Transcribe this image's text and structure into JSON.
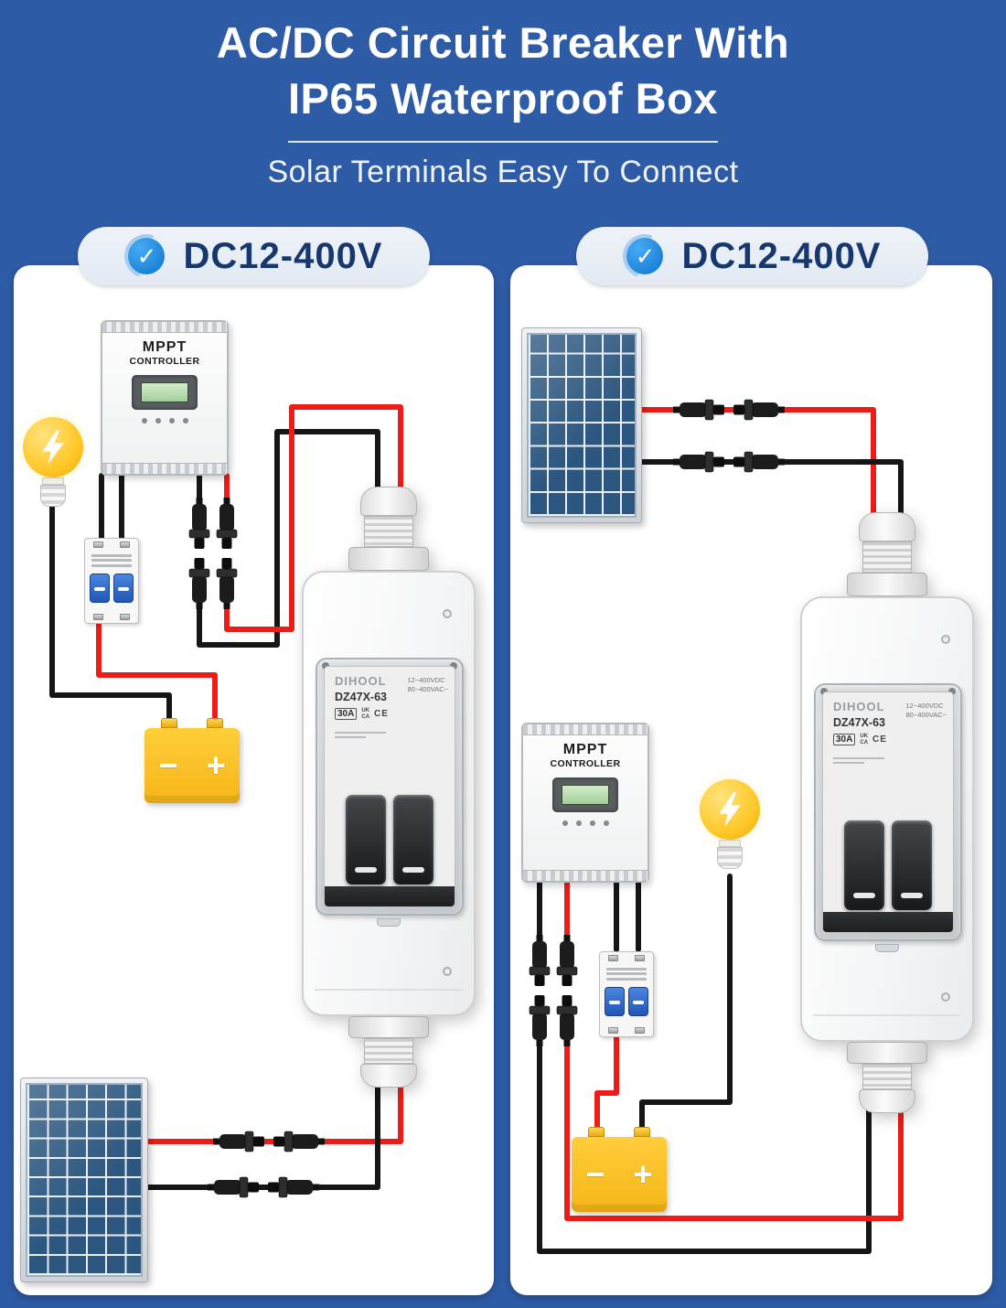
{
  "header": {
    "title_line1": "AC/DC Circuit Breaker With",
    "title_line2": "IP65 Waterproof Box",
    "subtitle": "Solar Terminals Easy To Connect"
  },
  "badge": {
    "label": "DC12-400V"
  },
  "controller": {
    "line1": "MPPT",
    "line2": "CONTROLLER"
  },
  "breaker": {
    "brand": "DIHOOL",
    "model": "DZ47X-63",
    "rating": "30A",
    "cert_uk": "UK",
    "cert_ca": "CA",
    "cert_ce": "CE",
    "volt_dc": "12~400VDC",
    "volt_ac": "80~400VAC~"
  },
  "battery": {
    "minus": "−",
    "plus": "+"
  },
  "colors": {
    "background": "#2e5ba6",
    "badge_text": "#16386e",
    "wire_red": "#ed1c16",
    "wire_black": "#161616",
    "battery_yellow": "#f6b81c",
    "bulb_yellow": "#ffc727",
    "solar_cell_blue": "#2b567f"
  }
}
